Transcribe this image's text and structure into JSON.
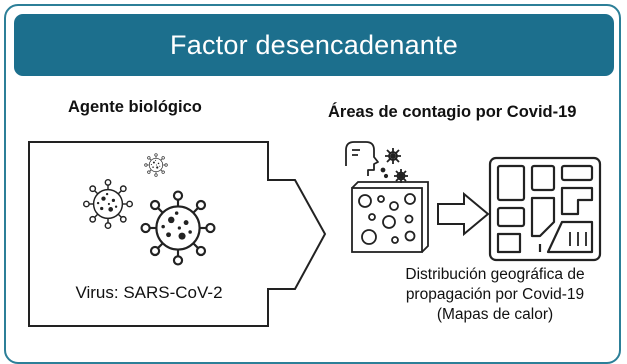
{
  "header": {
    "title": "Factor desencadenante"
  },
  "left_panel": {
    "title": "Agente biológico",
    "virus_label": "Virus: SARS-CoV-2"
  },
  "right_panel": {
    "title": "Áreas de contagio por Covid-19",
    "caption_lines": [
      "Distribución geográfica de",
      "propagación por Covid-19",
      "(Mapas de calor)"
    ]
  },
  "colors": {
    "accent": "#1c6f8d",
    "border": "#2c7f98"
  },
  "icons": [
    "virus-icon",
    "person-sneezing-icon",
    "petri-dish-icon",
    "arrow-right-icon",
    "city-map-icon"
  ]
}
